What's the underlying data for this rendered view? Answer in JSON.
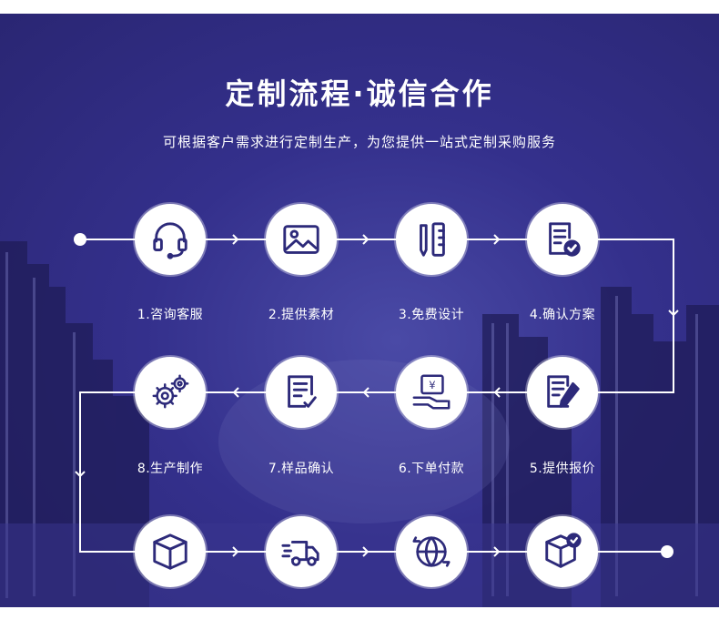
{
  "header": {
    "title": "定制流程·诚信合作",
    "subtitle": "可根据客户需求进行定制生产，为您提供一站式定制采购服务"
  },
  "steps": [
    {
      "label": "1.咨询客服",
      "icon": "headset-icon"
    },
    {
      "label": "2.提供素材",
      "icon": "image-icon"
    },
    {
      "label": "3.免费设计",
      "icon": "pen-ruler-icon"
    },
    {
      "label": "4.确认方案",
      "icon": "document-check-icon"
    },
    {
      "label": "5.提供报价",
      "icon": "document-pen-icon"
    },
    {
      "label": "6.下单付款",
      "icon": "payment-icon"
    },
    {
      "label": "7.样品确认",
      "icon": "sample-check-icon"
    },
    {
      "label": "8.生产制作",
      "icon": "gears-icon"
    },
    {
      "label": "",
      "icon": "box-icon"
    },
    {
      "label": "",
      "icon": "truck-icon"
    },
    {
      "label": "",
      "icon": "globe-icon"
    },
    {
      "label": "",
      "icon": "box-check-icon"
    }
  ],
  "colors": {
    "background": "#302c80",
    "icon": "#2d2a7a",
    "line": "#ffffff"
  }
}
